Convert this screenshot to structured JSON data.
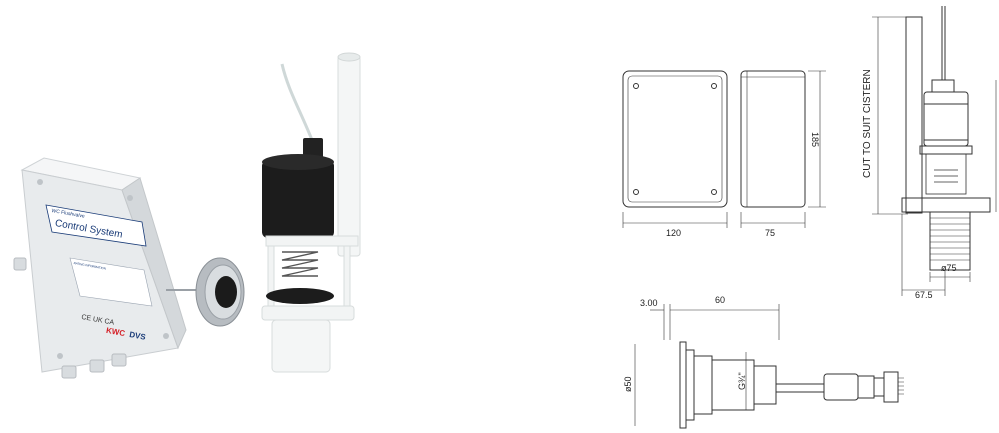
{
  "product_box": {
    "title_small": "WC Flushvalve",
    "title_large": "Control System",
    "rating_label": "RATING INFORMATION",
    "brand_red": "KWC",
    "brand_blue": "DVS",
    "ce_mark": "CE UK CA"
  },
  "drawings": {
    "box_width": "120",
    "box_depth": "75",
    "box_height": "185",
    "cut_label": "CUT TO SUIT CISTERN",
    "valve_dia": "ø75",
    "valve_offset": "67.5",
    "sensor_thickness": "3.00",
    "sensor_length": "60",
    "sensor_dia": "ø50",
    "sensor_thread": "G¾\""
  },
  "colors": {
    "box": "#e9ecee",
    "accent_blue": "#1a3c78",
    "brand_red": "#d42027",
    "valve_black": "#1c1c1c",
    "pipe_white": "#f4f6f6"
  }
}
